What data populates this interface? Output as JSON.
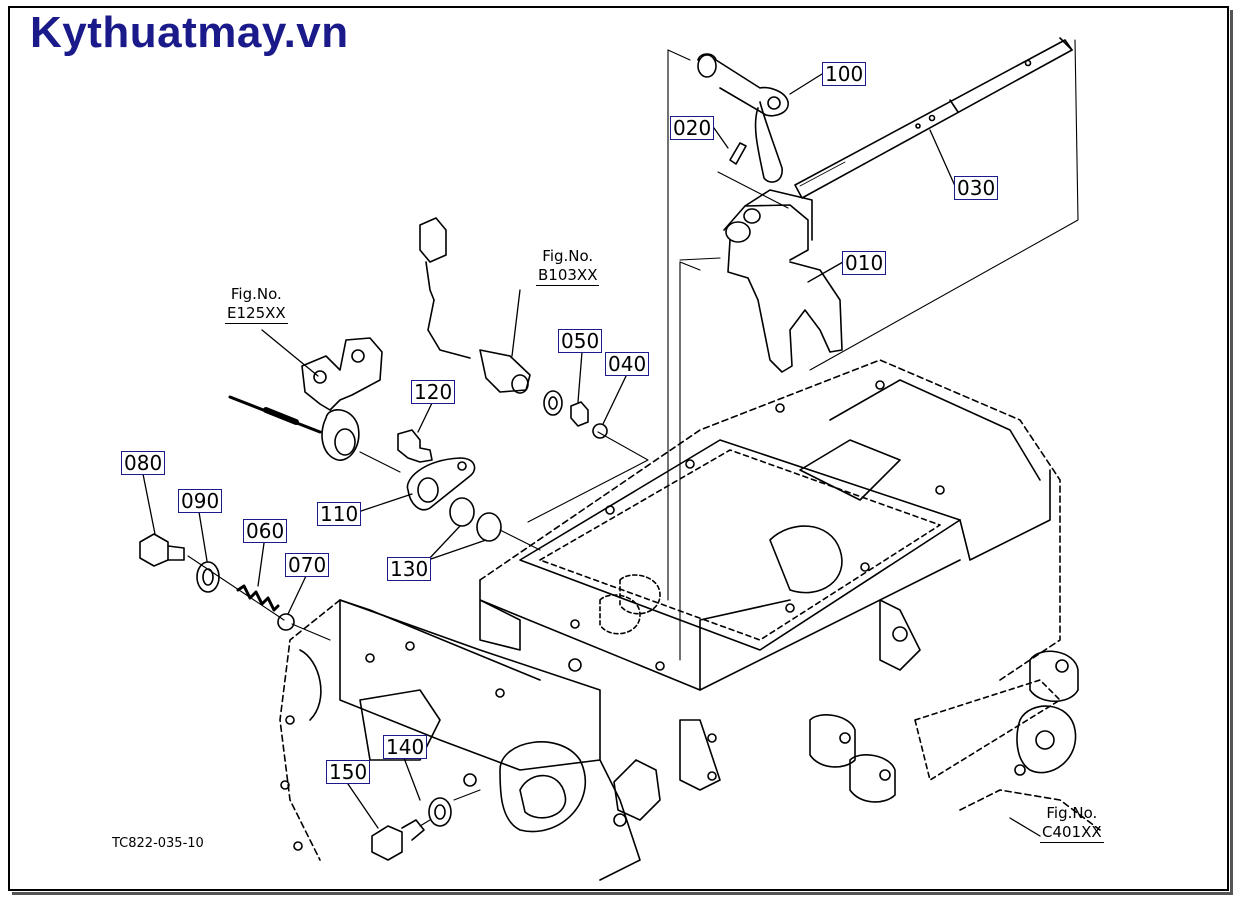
{
  "brand": {
    "text": "Kythuatmay.vn",
    "color": "#1a1a8a"
  },
  "callouts": [
    {
      "id": "100",
      "label": "100"
    },
    {
      "id": "020",
      "label": "020"
    },
    {
      "id": "030",
      "label": "030"
    },
    {
      "id": "010",
      "label": "010"
    },
    {
      "id": "050",
      "label": "050"
    },
    {
      "id": "040",
      "label": "040"
    },
    {
      "id": "120",
      "label": "120"
    },
    {
      "id": "080",
      "label": "080"
    },
    {
      "id": "090",
      "label": "090"
    },
    {
      "id": "060",
      "label": "060"
    },
    {
      "id": "070",
      "label": "070"
    },
    {
      "id": "110",
      "label": "110"
    },
    {
      "id": "130",
      "label": "130"
    },
    {
      "id": "140",
      "label": "140"
    },
    {
      "id": "150",
      "label": "150"
    }
  ],
  "fig_refs": [
    {
      "id": "b103",
      "line1": "Fig.No.",
      "line2": "B103XX"
    },
    {
      "id": "e125",
      "line1": "Fig.No.",
      "line2": "E125XX"
    },
    {
      "id": "c401",
      "line1": "Fig.No.",
      "line2": "C401XX"
    }
  ],
  "drawing_code": "TC822-035-10",
  "colors": {
    "line": "#000000",
    "callout_border": "#1a1a8a"
  }
}
